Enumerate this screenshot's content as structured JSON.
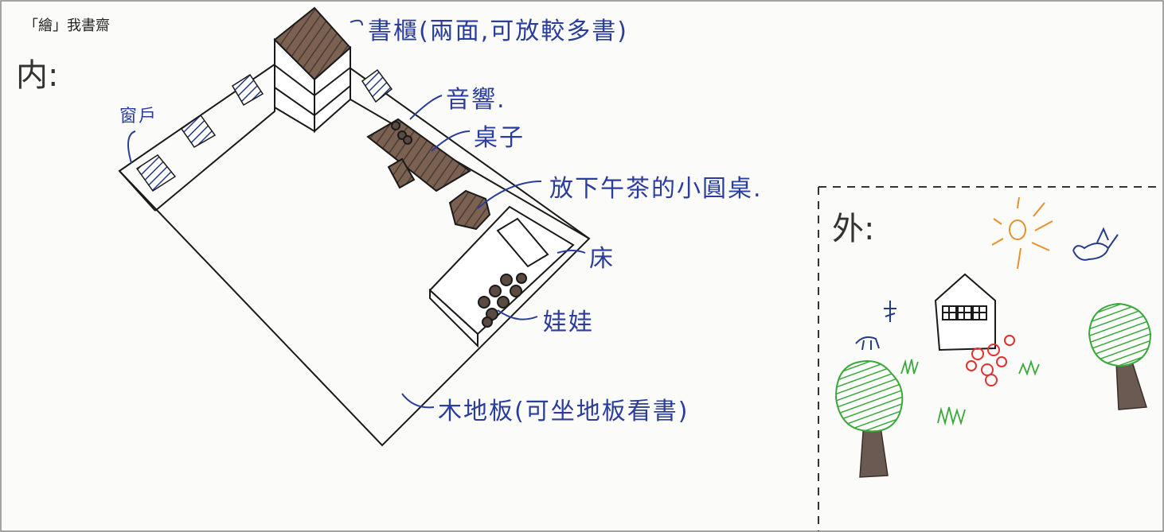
{
  "header": {
    "title": "「繪」我書齋"
  },
  "sections": {
    "inside": "内:",
    "outside": "外:"
  },
  "labels": {
    "bookcase": "書櫃(兩面,可放較多書)",
    "stereo": "音響.",
    "desk": "桌子",
    "tea_table": "放下午茶的小圓桌.",
    "bed": "床",
    "dolls": "娃娃",
    "window": "窗戶",
    "floor": "木地板(可坐地板看書)"
  },
  "colors": {
    "ink": "#2a3c9c",
    "line": "#1a1a1a",
    "wood": "#6a5446",
    "tree": "#3aa83a",
    "trunk": "#6b5a52",
    "flower": "#e23030",
    "sun": "#e8902a"
  }
}
